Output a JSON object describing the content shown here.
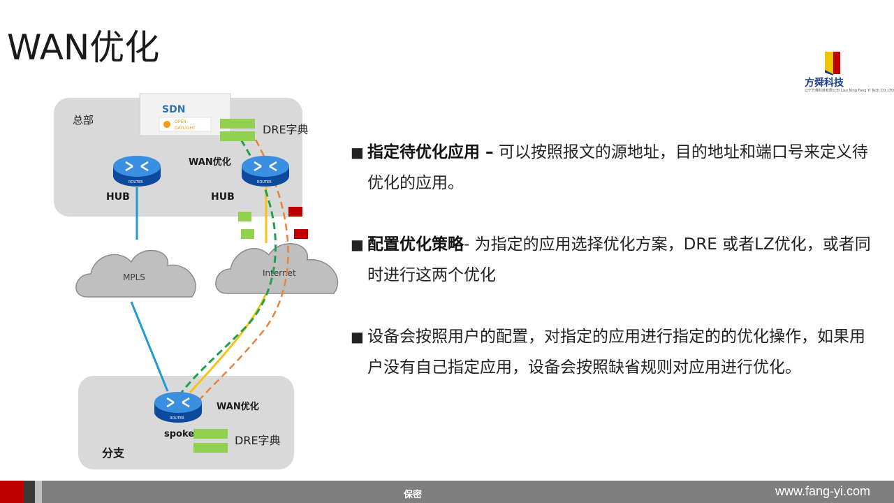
{
  "title": "WAN优化",
  "logo": {
    "name": "方舜科技",
    "subtitle": "辽宁方舜科技有限公司 Liao Ning Fang Yi Tech CO.,LTD"
  },
  "diagram": {
    "hq_label": "总部",
    "branch_label": "分支",
    "sdn_label": "SDN",
    "opendaylight_line1": "OPEN",
    "opendaylight_line2": "DAYLIGHT",
    "dre_top": "DRE字典",
    "dre_bottom": "DRE字典",
    "wan_opt_hq": "WAN优化",
    "wan_opt_branch": "WAN优化",
    "hub1": "HUB",
    "hub2": "HUB",
    "spoke": "spoke",
    "router_text": "ROUTER",
    "mpls": "MPLS",
    "internet": "Internet"
  },
  "bullets": [
    {
      "bold": "指定待优化应用 –",
      "text": " 可以按照报文的源地址，目的地址和端口号来定义待优化的应用。"
    },
    {
      "bold": "配置优化策略",
      "text": "-  为指定的应用选择优化方案，DRE 或者LZ优化，或者同时进行这两个优化"
    },
    {
      "bold": "",
      "text": "设备会按照用户的配置，对指定的应用进行指定的的优化操作，如果用户没有自己指定应用，设备会按照缺省规则对应用进行优化。"
    }
  ],
  "footer": {
    "center": "保密",
    "url": "www.fang-yi.com"
  },
  "colors": {
    "accent_red": "#c00000",
    "dre_green": "#92d050",
    "link_blue": "#1f9bd1",
    "link_yellow": "#f5c11b",
    "link_orange": "#e8843a",
    "link_green": "#21a04a"
  }
}
